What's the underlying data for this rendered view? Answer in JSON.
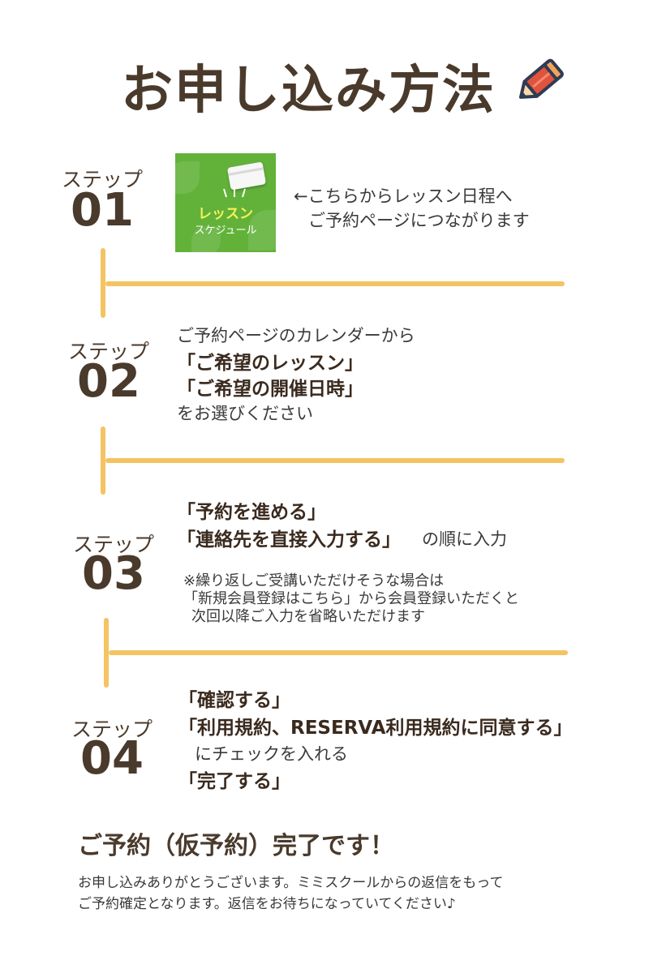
{
  "header": {
    "title": "お申し込み方法"
  },
  "steps": [
    {
      "label": "ステップ",
      "number": "01",
      "thumbnail": {
        "line1": "レッスン",
        "line2": "スケジュール"
      },
      "text": [
        "←こちらからレッスン日程へ",
        "ご予約ページにつながります"
      ]
    },
    {
      "label": "ステップ",
      "number": "02",
      "line1": "ご予約ページのカレンダーから",
      "bold1": "「ご希望のレッスン」",
      "bold2": "「ご希望の開催日時」",
      "line2": "をお選びください"
    },
    {
      "label": "ステップ",
      "number": "03",
      "bold1": "「予約を進める」",
      "bold2": "「連絡先を直接入力する」",
      "suffix": "の順に入力",
      "notes": [
        "※繰り返しご受講いただけそうな場合は",
        "「新規会員登録はこちら」から会員登録いただくと",
        "次回以降ご入力を省略いただけます"
      ]
    },
    {
      "label": "ステップ",
      "number": "04",
      "bold1": "「確認する」",
      "bold2": "「利用規約、RESERVA利用規約に同意する」",
      "line1": "にチェックを入れる",
      "bold3": "「完了する」"
    }
  ],
  "completion": {
    "title": "ご予約（仮予約）完了です！",
    "text": [
      "お申し込みありがとうございます。ミミスクールからの返信をもって",
      "ご予約確定となります。返信をお待ちになっていてください♪"
    ]
  },
  "colors": {
    "accent": "#f4c362",
    "text": "#4a3a2c",
    "thumbnail": "#62b23a",
    "pencil": "#e0533c"
  }
}
